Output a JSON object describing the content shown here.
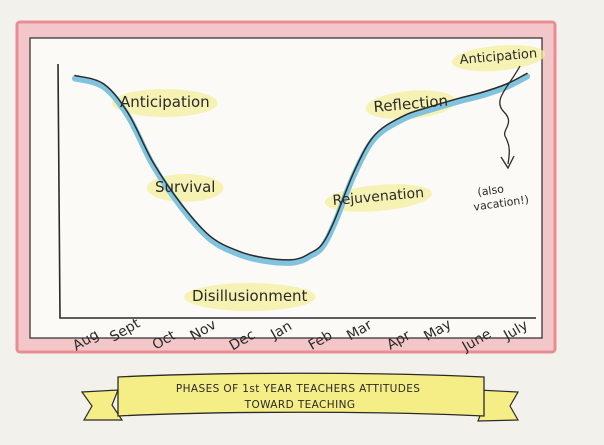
{
  "chart_data": {
    "type": "line",
    "title": "PHASES OF 1st YEAR TEACHERS ATTITUDES TOWARD TEACHING",
    "title_lines": [
      "PHASES OF 1st YEAR TEACHERS ATTITUDES",
      "TOWARD TEACHING"
    ],
    "xlabel": "",
    "ylabel": "",
    "categories": [
      "Aug",
      "Sept",
      "Oct",
      "Nov",
      "Dec",
      "Jan",
      "Feb",
      "Mar",
      "Apr",
      "May",
      "June",
      "July"
    ],
    "y_axis_ticks": false,
    "ylim": [
      0,
      100
    ],
    "x": [
      0,
      0.7,
      1.3,
      1.9,
      2.6,
      3.3,
      4.0,
      4.6,
      5.2,
      5.5,
      5.7,
      6.0,
      6.3,
      6.8,
      7.3,
      8.0,
      8.6,
      9.3,
      9.9,
      10.5,
      11.0
    ],
    "values": [
      96,
      92,
      78,
      55,
      35,
      20,
      13,
      10,
      9,
      10,
      12,
      16,
      27,
      51,
      68,
      77,
      81,
      85,
      88,
      92,
      97
    ],
    "phases": [
      {
        "label": "Anticipation",
        "x": 1.3
      },
      {
        "label": "Survival",
        "x": 1.9
      },
      {
        "label": "Disillusionment",
        "x": 4.0
      },
      {
        "label": "Rejuvenation",
        "x": 6.6
      },
      {
        "label": "Reflection",
        "x": 7.8
      },
      {
        "label": "Anticipation",
        "x": 10.6
      }
    ],
    "annotation": "(also vacation!)",
    "annotation_lines": [
      "(also",
      "vacation!)"
    ],
    "colors": {
      "curve": "#7fc3df",
      "ink": "#2b2a28",
      "border_pink": "#ef9aa0",
      "highlight": "#f3ef9e",
      "banner": "#f5ee86"
    }
  }
}
